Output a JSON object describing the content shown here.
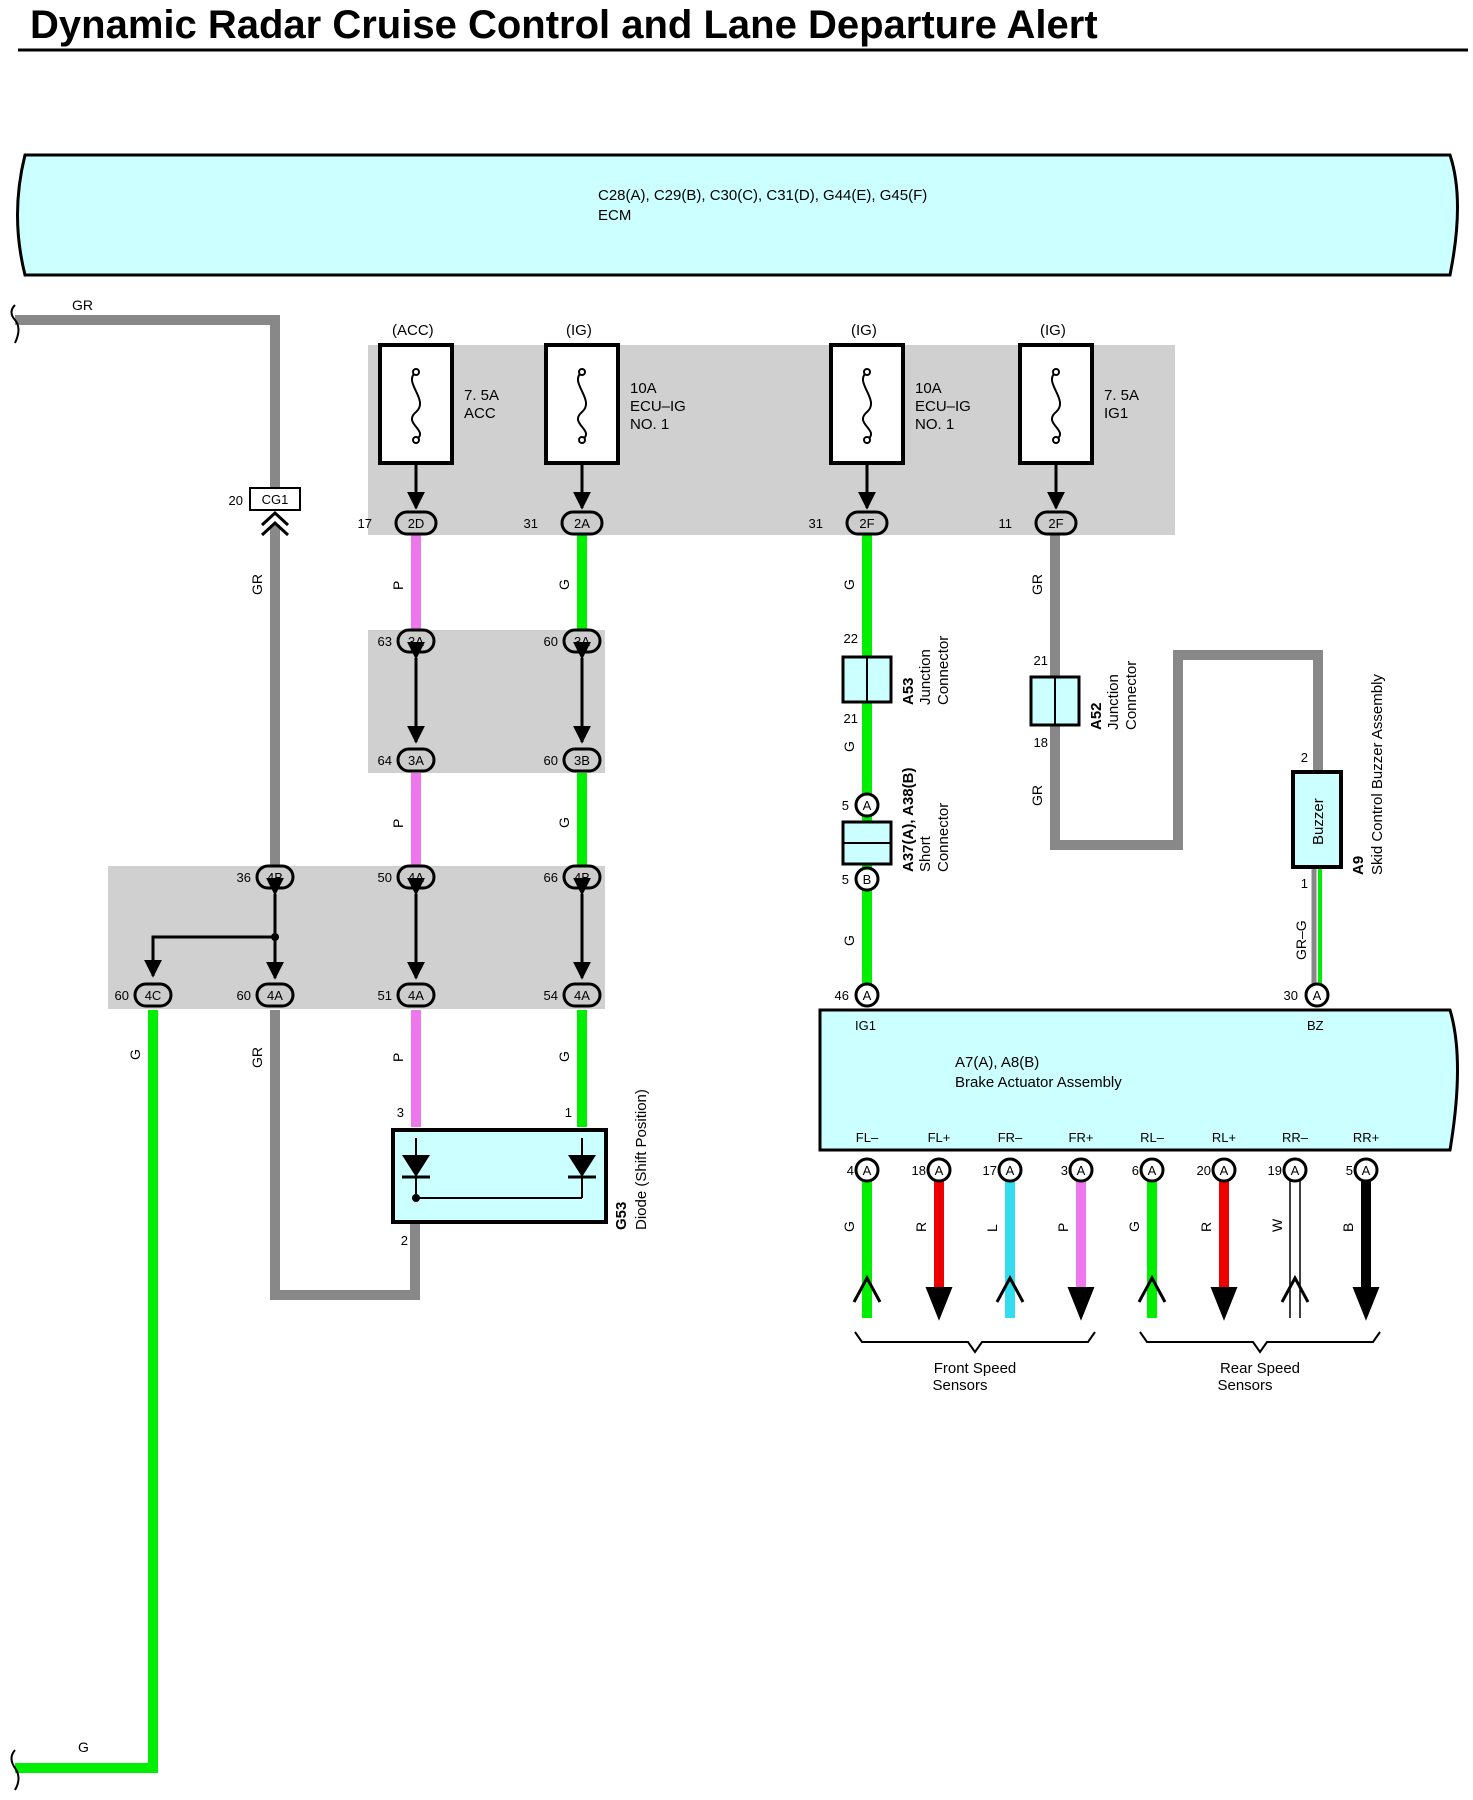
{
  "title": "Dynamic Radar Cruise Control and Lane Departure Alert",
  "ecm": {
    "connectors": "C28(A), C29(B), C30(C), C31(D), G44(E), G45(F)",
    "name": "ECM"
  },
  "fuses": [
    {
      "power": "(ACC)",
      "rating": "7. 5A",
      "name1": "ACC",
      "name2": "",
      "pin": "17",
      "conn": "2D"
    },
    {
      "power": "(IG)",
      "rating": "10A",
      "name1": "ECU–IG",
      "name2": "NO. 1",
      "pin": "31",
      "conn": "2A"
    },
    {
      "power": "(IG)",
      "rating": "10A",
      "name1": "ECU–IG",
      "name2": "NO. 1",
      "pin": "31",
      "conn": "2F"
    },
    {
      "power": "(IG)",
      "rating": "7. 5A",
      "name1": "IG1",
      "name2": "",
      "pin": "11",
      "conn": "2F"
    }
  ],
  "wire_colors": {
    "GR": "GR",
    "G": "G",
    "P": "P",
    "R": "R",
    "L": "L",
    "W": "W",
    "B": "B",
    "GR_G": "GR–G"
  },
  "junctions": {
    "cg1": {
      "pin": "20",
      "conn": "CG1"
    },
    "p_3a_top": {
      "pin": "63",
      "conn": "3A"
    },
    "g_3a_top": {
      "pin": "60",
      "conn": "3A"
    },
    "p_3a_bot": {
      "pin": "64",
      "conn": "3A"
    },
    "g_3b_bot": {
      "pin": "60",
      "conn": "3B"
    },
    "gr_4b": {
      "pin": "36",
      "conn": "4B"
    },
    "p_4a_top": {
      "pin": "50",
      "conn": "4A"
    },
    "g_4b_top": {
      "pin": "66",
      "conn": "4B"
    },
    "g_4c": {
      "pin": "60",
      "conn": "4C"
    },
    "gr_4a": {
      "pin": "60",
      "conn": "4A"
    },
    "p_4a_bot": {
      "pin": "51",
      "conn": "4A"
    },
    "g_4a_bot": {
      "pin": "54",
      "conn": "4A"
    }
  },
  "diode": {
    "code": "G53",
    "name": "Diode (Shift Position)",
    "pin_p": "3",
    "pin_g": "1",
    "pin_gr": "2"
  },
  "a53": {
    "code": "A53",
    "name1": "Junction",
    "name2": "Connector",
    "pin_top": "22",
    "pin_bot": "21"
  },
  "a52": {
    "code": "A52",
    "name1": "Junction",
    "name2": "Connector",
    "pin_top": "21",
    "pin_bot": "18"
  },
  "a37": {
    "code": "A37(A), A38(B)",
    "name1": "Short",
    "name2": "Connector",
    "pin_a": "5",
    "conn_a": "A",
    "pin_b": "5",
    "conn_b": "B"
  },
  "buzzer": {
    "code": "A9",
    "name": "Skid Control Buzzer Assembly",
    "label": "Buzzer",
    "pin_top": "2",
    "pin_bot": "1"
  },
  "brake": {
    "connectors": "A7(A), A8(B)",
    "name": "Brake Actuator Assembly",
    "ig1": {
      "pin": "46",
      "conn": "A",
      "label": "IG1"
    },
    "bz": {
      "pin": "30",
      "conn": "A",
      "label": "BZ"
    },
    "terms": [
      {
        "label": "FL–",
        "pin": "4",
        "conn": "A",
        "color": "G"
      },
      {
        "label": "FL+",
        "pin": "18",
        "conn": "A",
        "color": "R"
      },
      {
        "label": "FR–",
        "pin": "17",
        "conn": "A",
        "color": "L"
      },
      {
        "label": "FR+",
        "pin": "3",
        "conn": "A",
        "color": "P"
      },
      {
        "label": "RL–",
        "pin": "6",
        "conn": "A",
        "color": "G"
      },
      {
        "label": "RL+",
        "pin": "20",
        "conn": "A",
        "color": "R"
      },
      {
        "label": "RR–",
        "pin": "19",
        "conn": "A",
        "color": "W"
      },
      {
        "label": "RR+",
        "pin": "5",
        "conn": "A",
        "color": "B"
      }
    ]
  },
  "sensors": {
    "front": {
      "line1": "Front Speed",
      "line2": "Sensors"
    },
    "rear": {
      "line1": "Rear Speed",
      "line2": "Sensors"
    }
  },
  "colors": {
    "gray": "#888888",
    "green": "#00ee00",
    "pink": "#ee77ee",
    "red": "#ee0000",
    "cyan": "#33ddee",
    "black": "#000000",
    "box_fill": "#ccffff",
    "panel": "#d0d0d0"
  }
}
